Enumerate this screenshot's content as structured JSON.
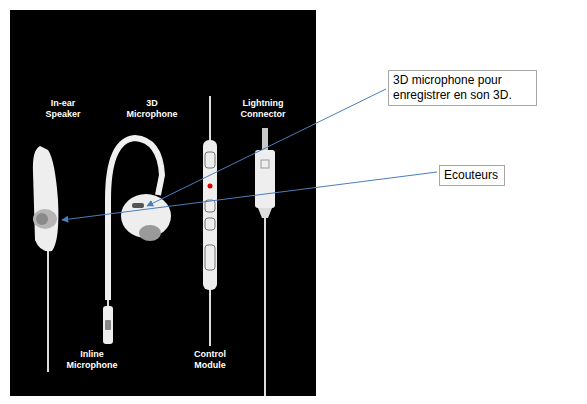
{
  "diagram": {
    "nodes": [
      {
        "text": [
          "3D microphone pour enregistrer en son 3D."
        ]
      },
      {
        "text": [
          "Ecouteurs"
        ]
      }
    ],
    "labels": [
      "In-ear Speaker",
      "3D Microphone",
      "Lightning Connector",
      "Inline Microphone",
      "Control Module"
    ]
  }
}
